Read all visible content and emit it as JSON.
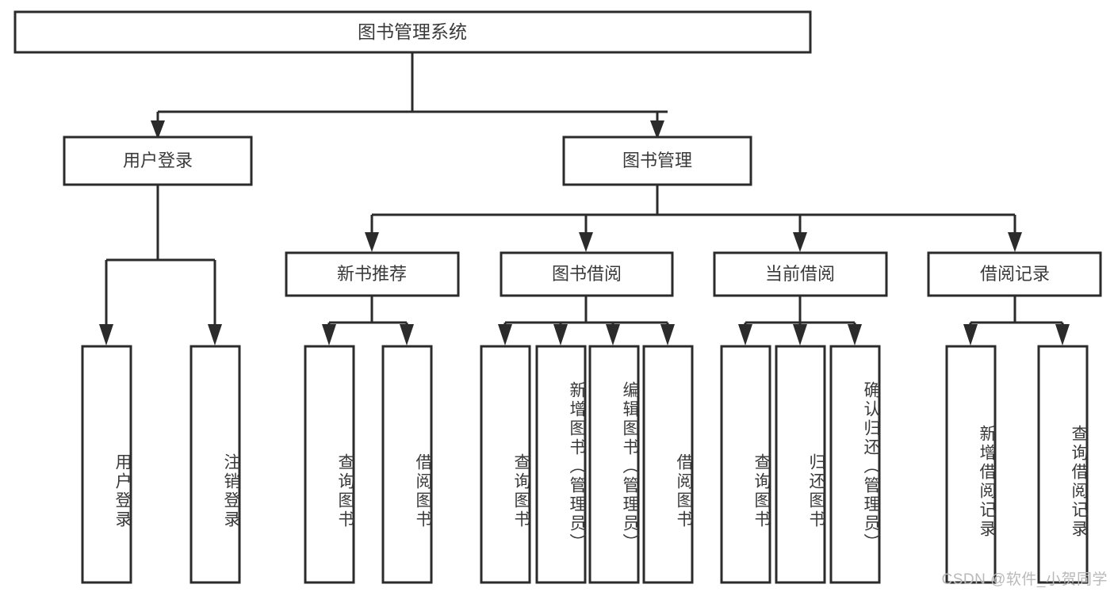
{
  "diagram": {
    "type": "tree",
    "title": "图书管理系统",
    "orientation": "top-down",
    "colors": {
      "box_fill": "#ffffff",
      "box_stroke": "#2b2b2b",
      "text": "#3a3a3a",
      "watermark": "#b9b9b9",
      "background": "#ffffff"
    },
    "root": {
      "label": "图书管理系统",
      "children": [
        {
          "label": "用户登录",
          "children": [
            {
              "label": "用户登录"
            },
            {
              "label": "注销登录"
            }
          ]
        },
        {
          "label": "图书管理",
          "children": [
            {
              "label": "新书推荐",
              "children": [
                {
                  "label": "查询图书"
                },
                {
                  "label": "借阅图书"
                }
              ]
            },
            {
              "label": "图书借阅",
              "children": [
                {
                  "label": "查询图书"
                },
                {
                  "label": "新增图书（管理员）"
                },
                {
                  "label": "编辑图书（管理员）"
                },
                {
                  "label": "借阅图书"
                }
              ]
            },
            {
              "label": "当前借阅",
              "children": [
                {
                  "label": "查询图书"
                },
                {
                  "label": "归还图书"
                },
                {
                  "label": "确认归还（管理员）"
                }
              ]
            },
            {
              "label": "借阅记录",
              "children": [
                {
                  "label": "新增借阅记录"
                },
                {
                  "label": "查询借阅记录"
                }
              ]
            }
          ]
        }
      ]
    },
    "nodes": {
      "root": {
        "label": "图书管理系统"
      },
      "l2": [
        {
          "label": "用户登录"
        },
        {
          "label": "图书管理"
        }
      ],
      "l3": [
        {
          "label": "新书推荐"
        },
        {
          "label": "图书借阅"
        },
        {
          "label": "当前借阅"
        },
        {
          "label": "借阅记录"
        }
      ],
      "leaves": [
        {
          "label": "用户登录"
        },
        {
          "label": "注销登录"
        },
        {
          "label": "查询图书"
        },
        {
          "label": "借阅图书"
        },
        {
          "label": "查询图书"
        },
        {
          "label": "新增图书（管理员）"
        },
        {
          "label": "编辑图书（管理员）"
        },
        {
          "label": "借阅图书"
        },
        {
          "label": "查询图书"
        },
        {
          "label": "归还图书"
        },
        {
          "label": "确认归还（管理员）"
        },
        {
          "label": "新增借阅记录"
        },
        {
          "label": "查询借阅记录"
        }
      ]
    }
  },
  "watermark": {
    "text": "CSDN @软件_小贺同学"
  }
}
